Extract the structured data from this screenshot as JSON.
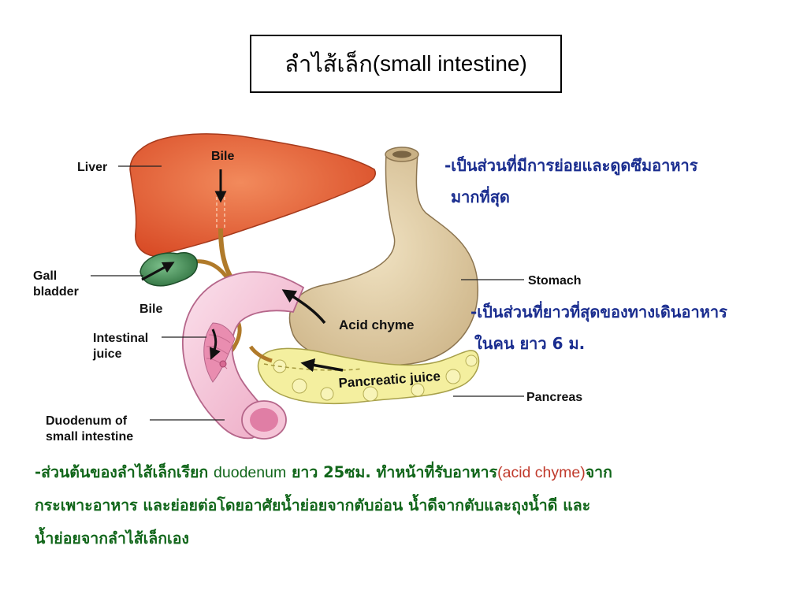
{
  "title": {
    "thai": "ลำไส้เล็ก",
    "english": "(small intestine)"
  },
  "labels": {
    "liver": "Liver",
    "bile_top": "Bile",
    "gall_line1": "Gall",
    "gall_line2": "bladder",
    "bile_bottom": "Bile",
    "intestinal_line1": "Intestinal",
    "intestinal_line2": "juice",
    "duodenum_line1": "Duodenum of",
    "duodenum_line2": "small intestine",
    "stomach": "Stomach",
    "acid_chyme": "Acid chyme",
    "pancreatic_juice": "Pancreatic juice",
    "pancreas": "Pancreas"
  },
  "notes": {
    "note1_line1": "-เป็นส่วนที่มีการย่อยและดูดซึมอาหาร",
    "note1_line2": "มากที่สุด",
    "note2_line1": "-เป็นส่วนที่ยาวที่สุดของทางเดินอาหาร",
    "note2_line2": "ในคน ยาว 6 ม."
  },
  "bottom": {
    "p1": "-ส่วนต้นของลำไส้เล็กเรียก ",
    "p2": "duodenum",
    "p3": " ยาว 25ซม. ทำหน้าที่รับอาหาร",
    "p4": "(acid chyme)",
    "p5": "จาก",
    "line2": "กระเพาะอาหาร และย่อยต่อโดยอาศัยน้ำย่อยจากตับอ่อน น้ำดีจากตับและถุงน้ำดี และ",
    "line3": "น้ำย่อยจากลำไส้เล็กเอง"
  },
  "colors": {
    "liver": "#e8603a",
    "stomach": "#e3cfa6",
    "duodenum": "#f2b8cf",
    "pancreas": "#f3ee9c",
    "gallbladder": "#3f8b52",
    "bile_duct": "#b07a2a",
    "note": "#1a2d8f",
    "bottom_text": "#11661a",
    "accent_red": "#c0392b"
  }
}
